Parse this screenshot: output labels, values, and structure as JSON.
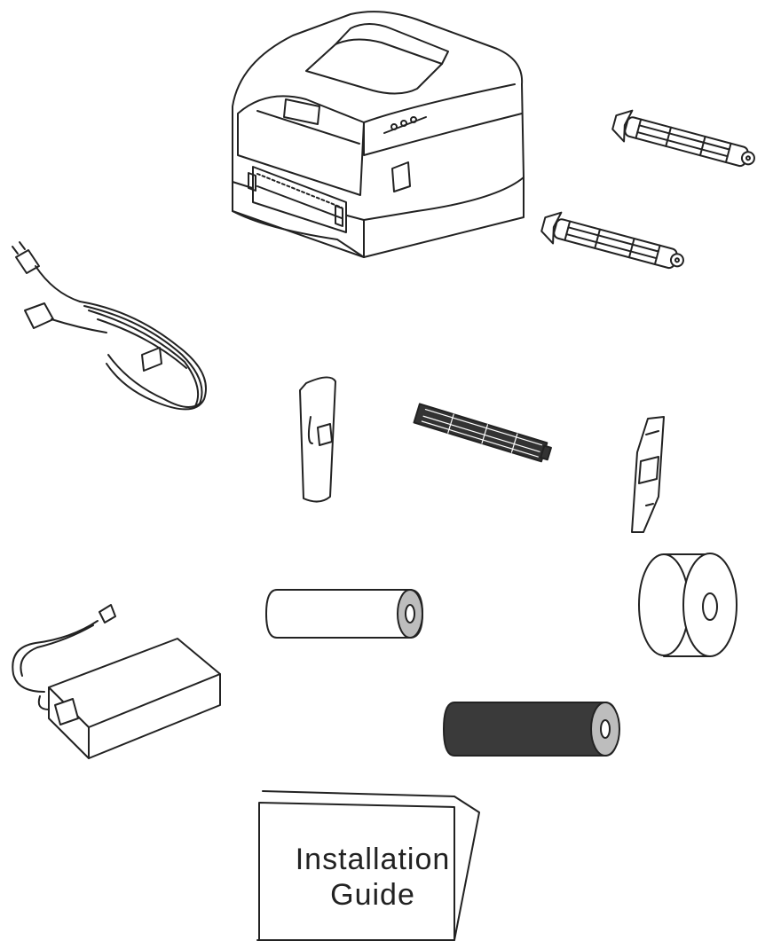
{
  "manual": {
    "line1": "Installation",
    "line2": "Guide"
  },
  "colors": {
    "line": "#222222",
    "paper": "#ffffff",
    "ribbon_dark": "#3a3a3a",
    "core_grey": "#bdbdbd"
  },
  "items": [
    {
      "id": "printer",
      "icon": "thermal-printer-icon"
    },
    {
      "id": "ribbon-spindle-1",
      "icon": "ribbon-spindle-icon"
    },
    {
      "id": "ribbon-spindle-2",
      "icon": "ribbon-spindle-icon"
    },
    {
      "id": "power-cord",
      "icon": "power-cord-icon"
    },
    {
      "id": "label-guide-left",
      "icon": "label-guide-plate-icon"
    },
    {
      "id": "label-spindle",
      "icon": "label-spindle-icon"
    },
    {
      "id": "label-guide-right",
      "icon": "label-guide-plate-icon"
    },
    {
      "id": "ribbon-core",
      "icon": "paper-core-icon"
    },
    {
      "id": "label-roll",
      "icon": "label-roll-icon"
    },
    {
      "id": "power-adapter",
      "icon": "power-adapter-icon"
    },
    {
      "id": "ribbon-roll",
      "icon": "ribbon-roll-icon"
    },
    {
      "id": "installation-guide",
      "icon": "manual-booklet-icon"
    }
  ]
}
